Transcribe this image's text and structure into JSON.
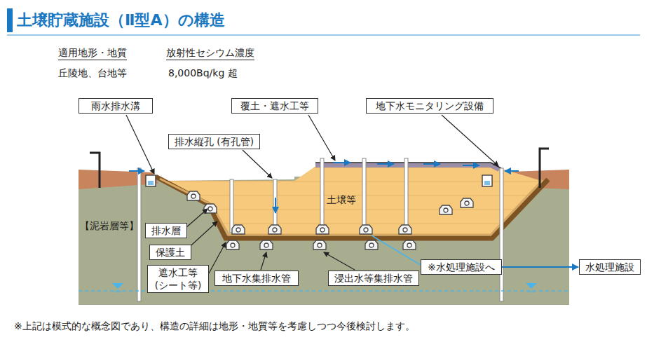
{
  "diagram": {
    "title": "土壌貯蔵施設（Ⅱ型A）の構造",
    "caption": "※上記は模式的な概念図であり、構造の詳細は地形・地質等を考慮しつつ今後検討します。",
    "nodes": [
      {
        "text": [
          "雨水排水溝"
        ]
      },
      {
        "text": [
          "覆土・遮水工等"
        ]
      },
      {
        "text": [
          "地下水モニタリング設備"
        ]
      },
      {
        "text": [
          "排水縦孔 (有孔管)"
        ]
      },
      {
        "text": [
          "排水層"
        ]
      },
      {
        "text": [
          "保護土"
        ]
      },
      {
        "text": [
          "遮水工等 (シート等)"
        ]
      },
      {
        "text": [
          "地下水集排水管"
        ]
      },
      {
        "text": [
          "浸出水等集排水管"
        ]
      },
      {
        "text": [
          "※水処理施設へ"
        ]
      },
      {
        "text": [
          "水処理施設"
        ]
      }
    ],
    "edges": [
      {
        "from": 9,
        "to": 10,
        "arrow": "to"
      }
    ],
    "labels": [
      "適用地形・地質",
      "丘陵地、台地等",
      "放射性セシウム濃度",
      "8,000Bq/kg 超",
      "土壌等",
      "【泥岩層等】"
    ]
  }
}
